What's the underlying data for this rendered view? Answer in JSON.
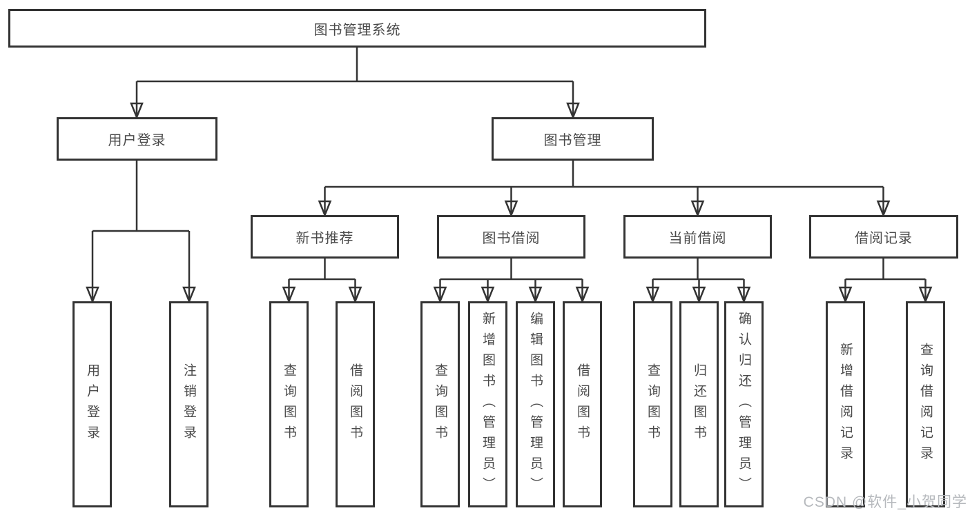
{
  "diagram": {
    "root": {
      "label": "图书管理系统"
    },
    "branches": [
      {
        "label": "用户登录",
        "children": [
          {
            "label": "用户登录"
          },
          {
            "label": "注销登录"
          }
        ]
      },
      {
        "label": "图书管理",
        "children": [
          {
            "label": "新书推荐",
            "children": [
              {
                "label": "查询图书"
              },
              {
                "label": "借阅图书"
              }
            ]
          },
          {
            "label": "图书借阅",
            "children": [
              {
                "label": "查询图书"
              },
              {
                "label": "新增图书（管理员）"
              },
              {
                "label": "编辑图书（管理员）"
              },
              {
                "label": "借阅图书"
              }
            ]
          },
          {
            "label": "当前借阅",
            "children": [
              {
                "label": "查询图书"
              },
              {
                "label": "归还图书"
              },
              {
                "label": "确认归还（管理员）"
              }
            ]
          },
          {
            "label": "借阅记录",
            "children": [
              {
                "label": "新增借阅记录"
              },
              {
                "label": "查询借阅记录"
              }
            ]
          }
        ]
      }
    ]
  },
  "watermark": {
    "text": "CSDN @软件_小贺同学"
  },
  "colors": {
    "line": "#333333",
    "node_border": "#333333",
    "node_text": "#4a4a4a",
    "background": "#ffffff",
    "watermark_text": "#b6b9bd"
  }
}
